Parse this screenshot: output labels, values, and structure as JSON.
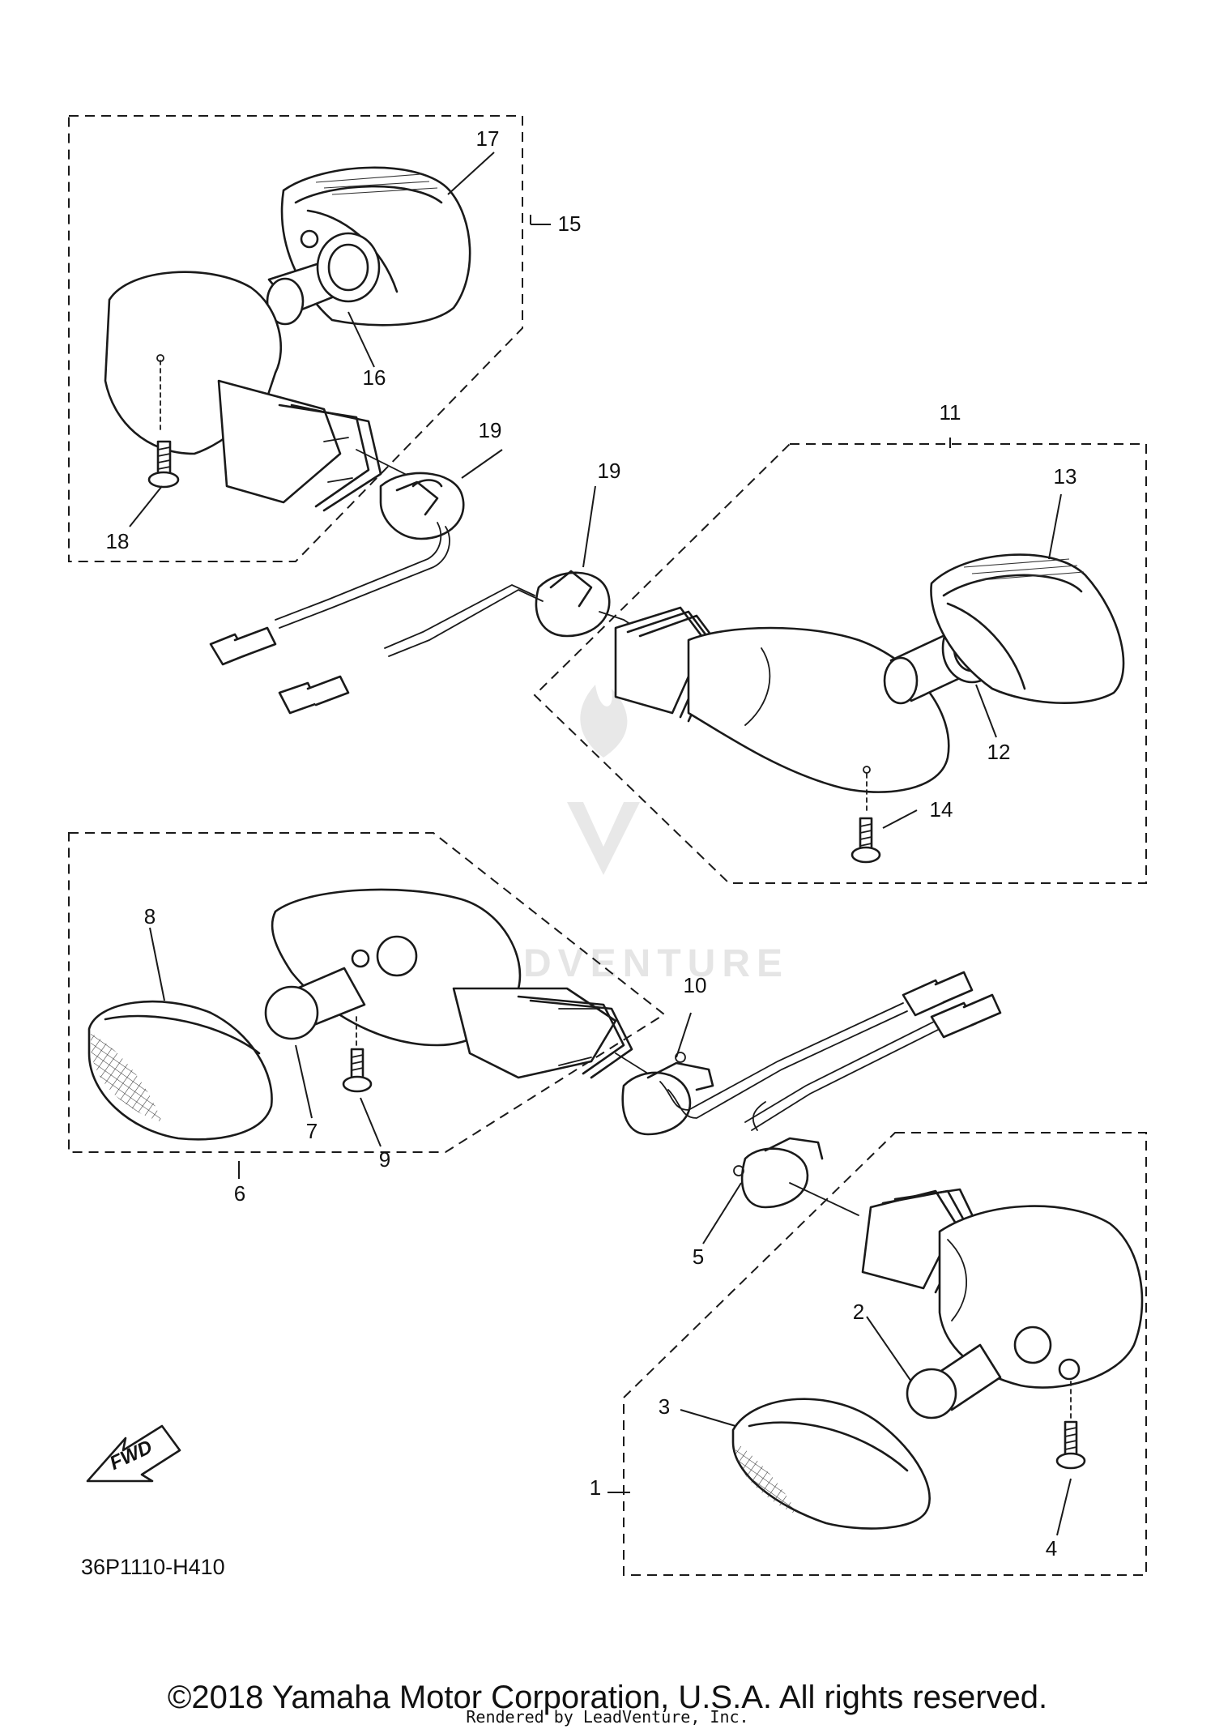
{
  "diagram": {
    "part_numbers": [
      "1",
      "2",
      "3",
      "4",
      "5",
      "6",
      "7",
      "8",
      "9",
      "10",
      "11",
      "12",
      "13",
      "14",
      "15",
      "16",
      "17",
      "18",
      "19",
      "19"
    ],
    "fwd_label": "FWD",
    "diagram_code": "36P1110-H410",
    "watermark": "LEADVENTURE",
    "copyright": "©2018 Yamaha Motor Corporation, U.S.A. All rights reserved.",
    "rendered_by": "Rendered by LeadVenture, Inc."
  }
}
